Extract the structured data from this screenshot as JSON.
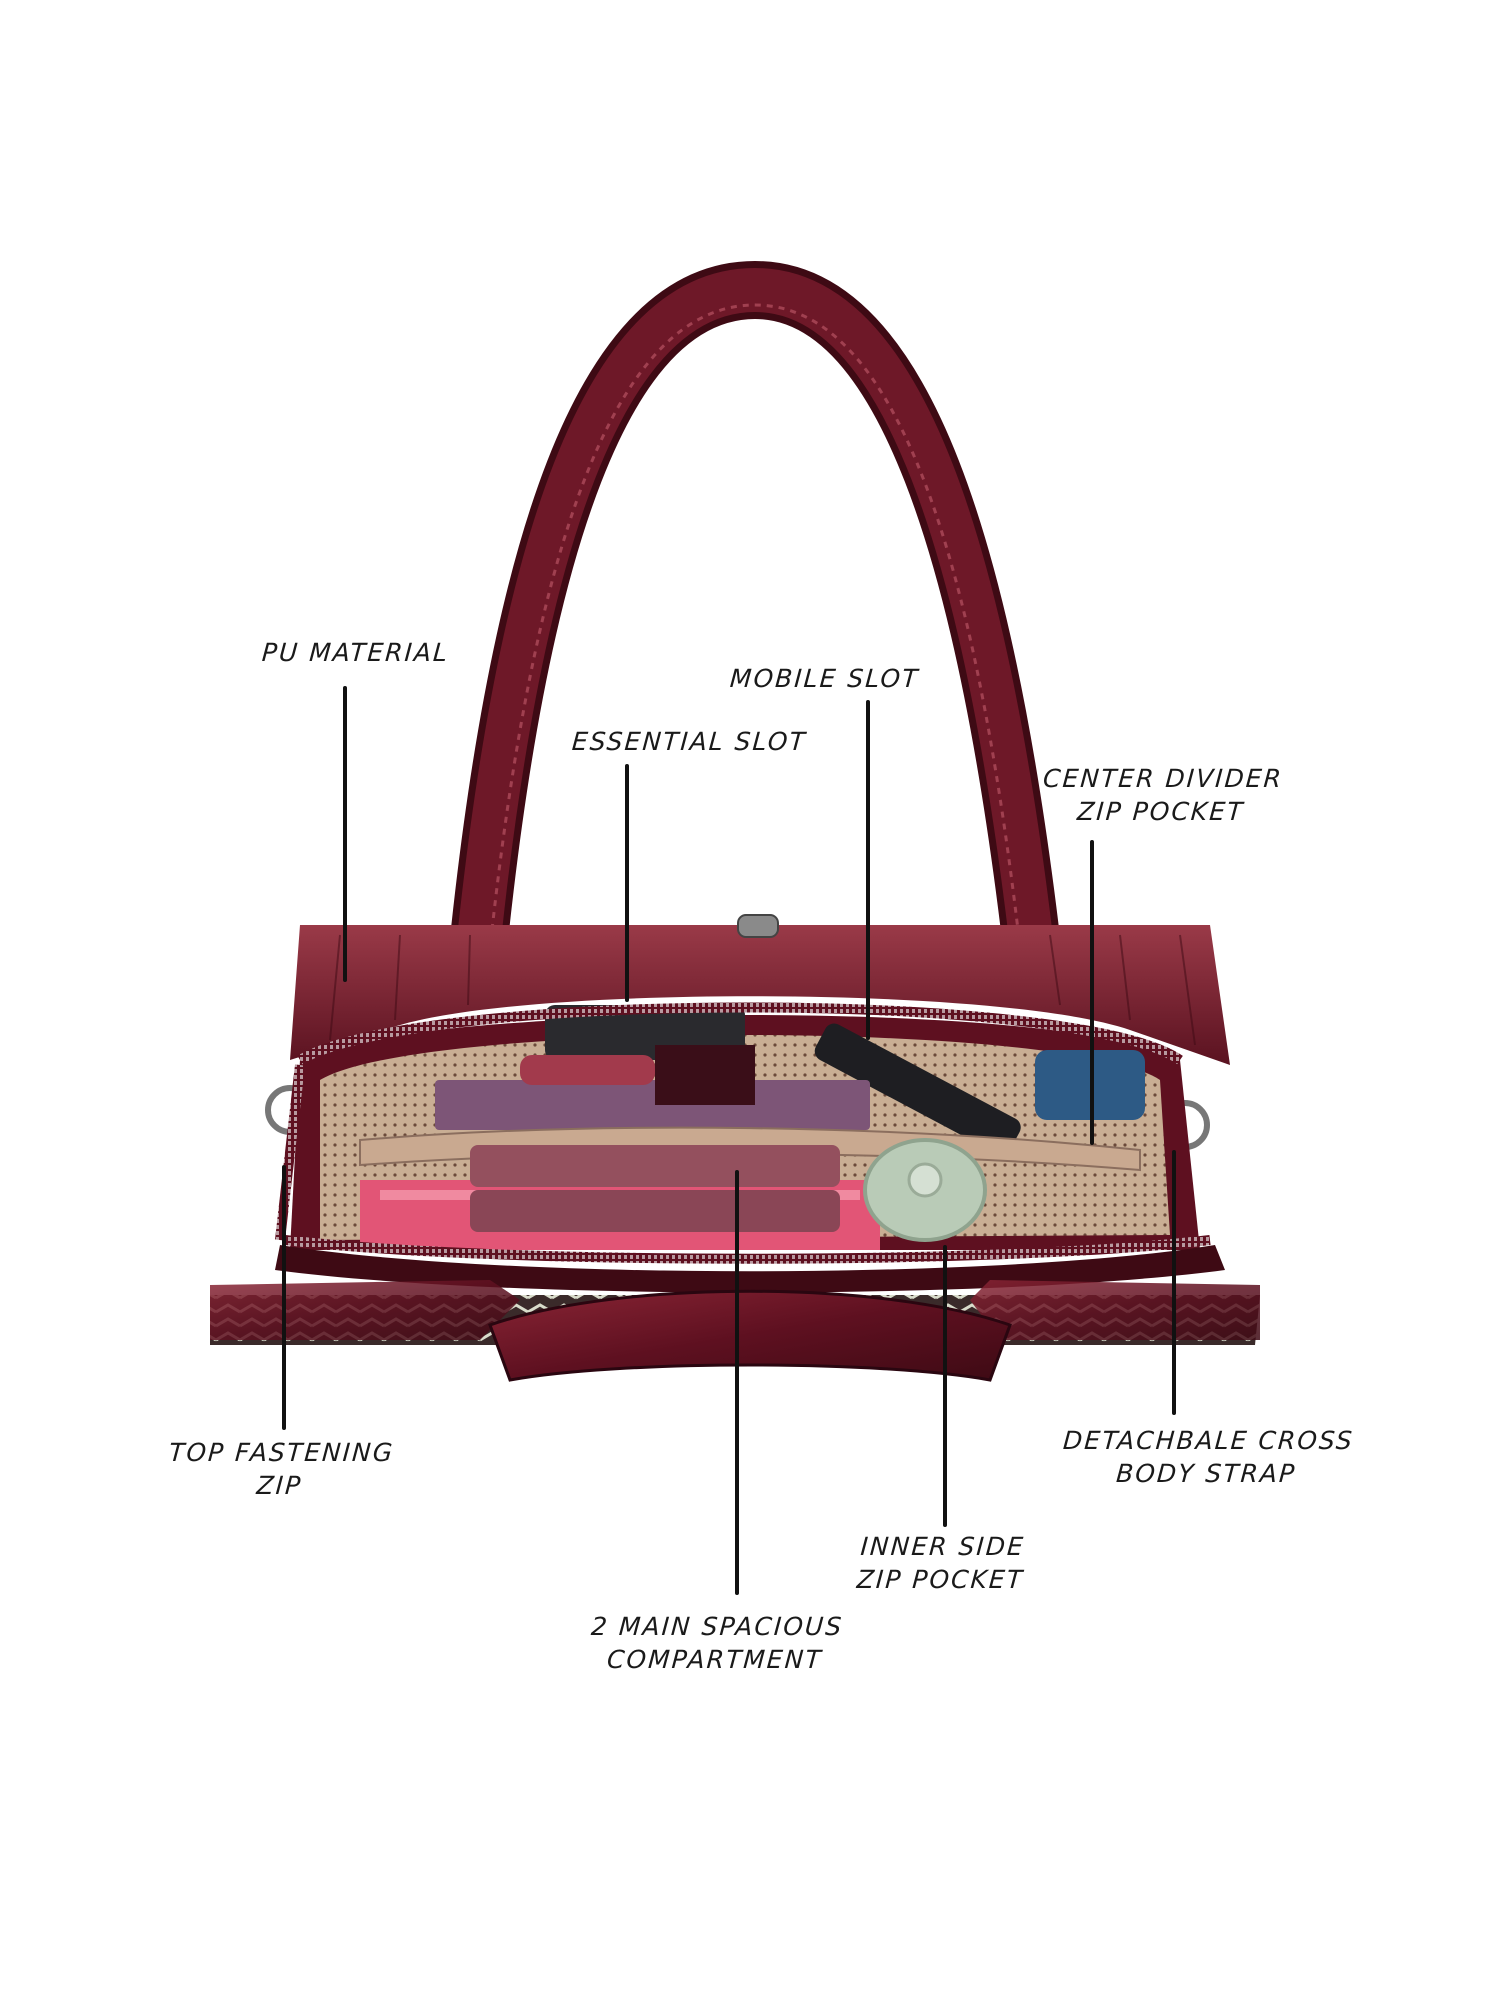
{
  "image": {
    "subject": "Maroon croc-embossed patent handbag, open top view showing interior compartments with annotated features",
    "colors": {
      "background": "#ffffff",
      "leather": "#6a1424",
      "leather_dark": "#3e0a14",
      "lining": "#c9ae94",
      "text": "#1a1a1a"
    }
  },
  "annotations": [
    {
      "id": "pu-material",
      "lines": [
        "PU MATERIAL"
      ]
    },
    {
      "id": "essential-slot",
      "lines": [
        "ESSENTIAL SLOT"
      ]
    },
    {
      "id": "mobile-slot",
      "lines": [
        "MOBILE SLOT"
      ]
    },
    {
      "id": "center-divider",
      "lines": [
        "CENTER DIVIDER",
        "ZIP POCKET"
      ]
    },
    {
      "id": "top-fastening-zip",
      "lines": [
        "TOP FASTENING",
        "ZIP"
      ]
    },
    {
      "id": "detachable-strap",
      "lines": [
        "DETACHBALE CROSS",
        "BODY STRAP"
      ]
    },
    {
      "id": "inner-side-zip",
      "lines": [
        "INNER SIDE",
        "ZIP POCKET"
      ]
    },
    {
      "id": "main-compartment",
      "lines": [
        "2 MAIN SPACIOUS",
        "COMPARTMENT"
      ]
    }
  ]
}
